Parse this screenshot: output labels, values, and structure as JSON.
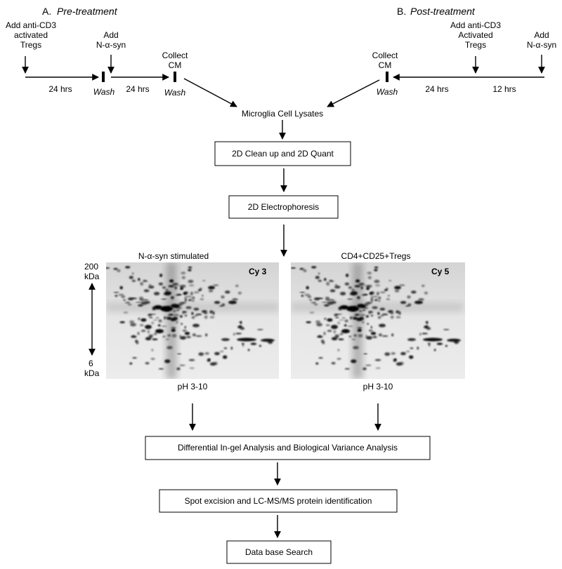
{
  "sections": {
    "pre": {
      "letter": "A.",
      "title": "Pre-treatment",
      "add_tregs": [
        "Add anti-CD3",
        "activated",
        "Tregs"
      ],
      "add_syn": [
        "Add",
        "N-α-syn"
      ],
      "collect": [
        "Collect",
        "CM"
      ],
      "interval_1": "24 hrs",
      "interval_2": "24 hrs",
      "wash_1": "Wash",
      "wash_2": "Wash"
    },
    "post": {
      "letter": "B.",
      "title": "Post-treatment",
      "add_tregs": [
        "Add anti-CD3",
        "Activated",
        "Tregs"
      ],
      "add_syn": [
        "Add",
        "N-α-syn"
      ],
      "collect": [
        "Collect",
        "CM"
      ],
      "interval_1": "24 hrs",
      "interval_2": "12 hrs",
      "wash": "Wash"
    }
  },
  "flow": {
    "lysates": "Microglia Cell Lysates",
    "cleanup": "2D Clean up and 2D Quant",
    "electrophoresis": "2D Electrophoresis",
    "dige": "Differential In-gel Analysis and Biological Variance Analysis",
    "excision": "Spot excision and LC-MS/MS protein identification",
    "database": "Data base Search"
  },
  "gels": {
    "left": {
      "title": "N-α-syn stimulated",
      "dye": "Cy 3",
      "ph": "pH 3-10"
    },
    "right": {
      "title": "CD4+CD25+Tregs",
      "dye": "Cy 5",
      "ph": "pH 3-10"
    },
    "mw_top": [
      "200",
      "kDa"
    ],
    "mw_bottom": [
      "6",
      "kDa"
    ]
  }
}
